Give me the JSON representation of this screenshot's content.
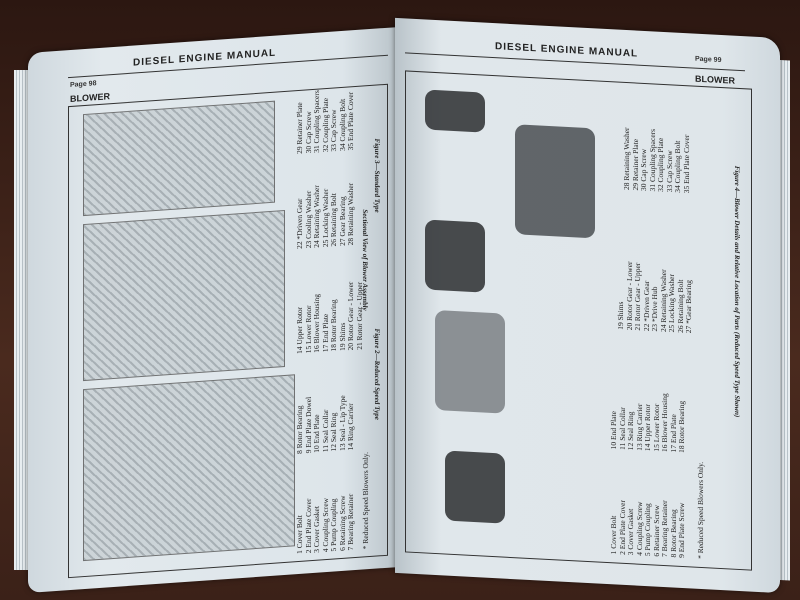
{
  "left_page": {
    "header": "DIESEL ENGINE MANUAL",
    "page": "Page 98",
    "section": "BLOWER",
    "figure2_caption": "Figure 2—Reduced Speed Type",
    "figure3_caption": "Figure 3—Standard Type",
    "assembly_caption": "Sectional View of Blower Assembly",
    "note": "* Reduced Speed Blowers Only.",
    "parts": [
      [
        "1 Cover Bolt",
        "2 End Plate Cover",
        "3 Cover Gasket",
        "4 Coupling Screw",
        "5 Pump Coupling",
        "6 Retaining Screw",
        "7 Bearing Retainer"
      ],
      [
        "8 Rotor Bearing",
        "9 End Plate Dowel",
        "10 End Plate",
        "11 Seal Collar",
        "12 Seal Ring",
        "13 Seal - Lip Type",
        "14 Ring Carrier"
      ],
      [
        "14 Upper Rotor",
        "15 Lower Rotor",
        "16 Blower Housing",
        "17 End Plate",
        "18 Rotor Bearing",
        "19 Shims",
        "20 Rotor Gear - Lower",
        "21 Rotor Gear - Upper"
      ],
      [
        "22 *Driven Gear",
        "23 Cooling Washer",
        "24 Retaining Washer",
        "25 Locking Washer",
        "26 Retaining Bolt",
        "27 Gear Bearing",
        "28 Retaining Washer"
      ],
      [
        "29 Retainer Plate",
        "30 Cap Screw",
        "31 Coupling Spacers",
        "32 Coupling Plate",
        "33 Cap Screw",
        "34 Coupling Bolt",
        "35 End Plate Cover"
      ]
    ]
  },
  "right_page": {
    "header": "DIESEL ENGINE MANUAL",
    "page": "Page 99",
    "section": "BLOWER",
    "figure_caption": "Figure 4—Blower Details and Relative Location of Parts (Reduced Speed Type Shown)",
    "note": "* Reduced Speed Blowers Only.",
    "parts": [
      [
        "1 Cover Bolt",
        "2 End Plate Cover",
        "3 Cover Gasket",
        "4 Coupling Screw",
        "5 Pump Coupling",
        "6 Retainer Screw",
        "7 Bearing Retainer",
        "8 Rotor Bearing",
        "9 End Plate Screw"
      ],
      [
        "10 End Plate",
        "11 Seal Collar",
        "12 Seal Ring",
        "13 Ring Carrier",
        "14 Upper Rotor",
        "15 Lower Rotor",
        "16 Blower Housing",
        "17 End Plate",
        "18 Rotor Bearing"
      ],
      [
        "19 Shims",
        "20 Rotor Gear - Lower",
        "21 Rotor Gear - Upper",
        "22 *Driven Gear",
        "23 *Drive Hub",
        "24 Retaining Washer",
        "25 Locking Washer",
        "26 Retaining Bolt",
        "27 *Gear Bearing"
      ],
      [
        "28 Retaining Washer",
        "29 Retainer Plate",
        "30 Cap Screw",
        "31 Coupling Spacers",
        "32 Coupling Plate",
        "33 Cap Screw",
        "34 Coupling Bolt",
        "35 End Plate Cover"
      ]
    ]
  }
}
